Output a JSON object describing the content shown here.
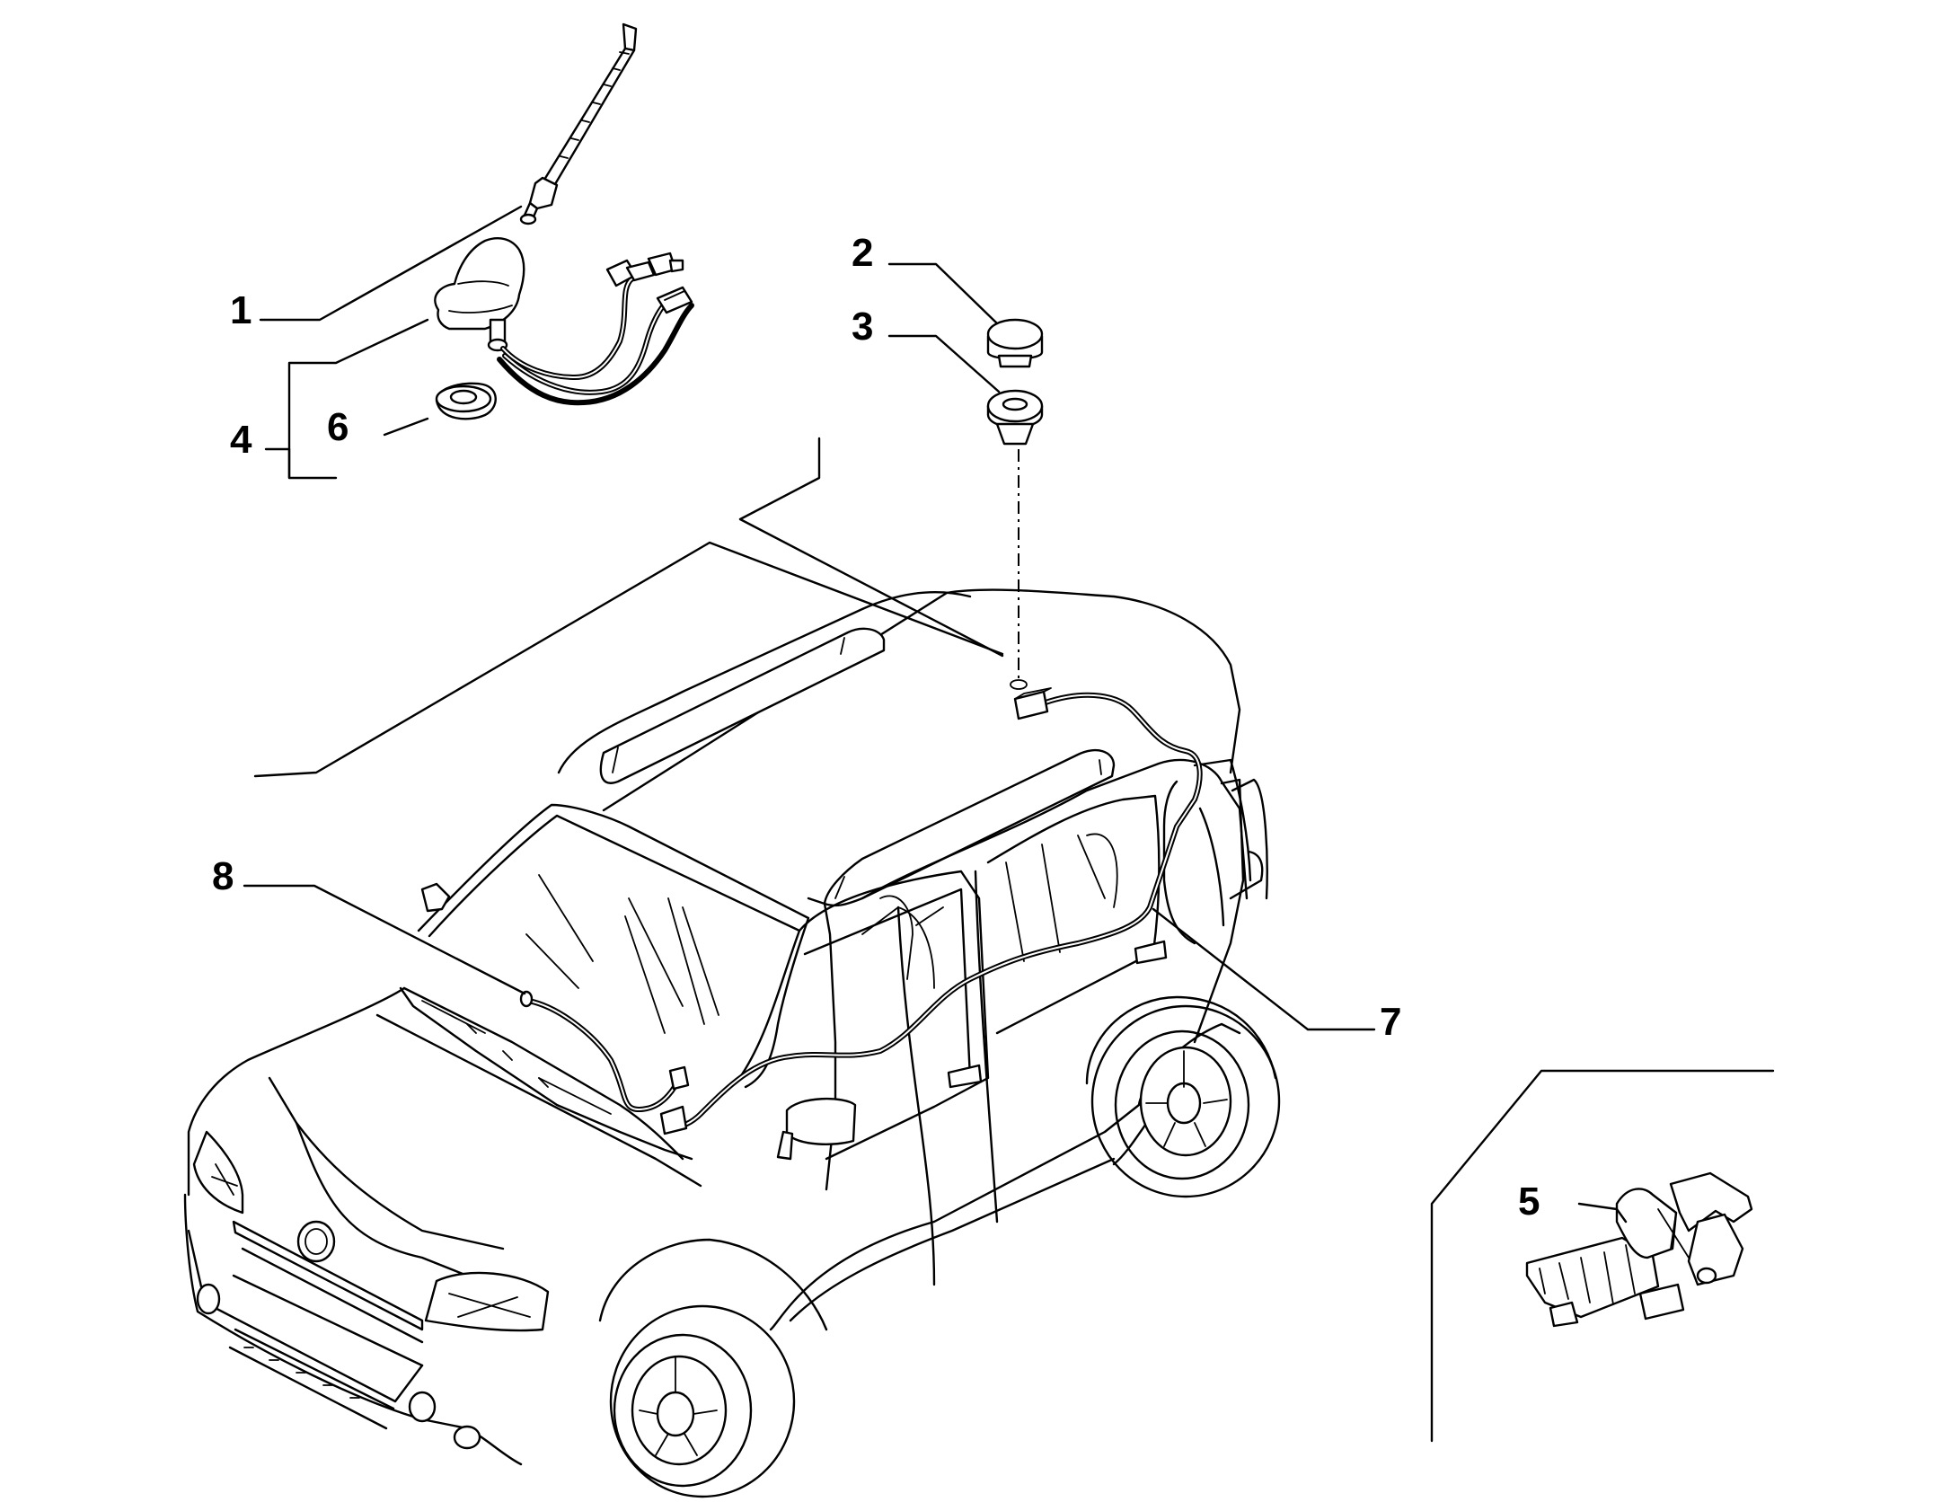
{
  "callouts": {
    "c1": "1",
    "c2": "2",
    "c3": "3",
    "c4": "4",
    "c5": "5",
    "c6": "6",
    "c7": "7",
    "c8": "8"
  },
  "icons": {
    "antenna_mast": "antenna-mast-icon",
    "antenna_base": "antenna-base-icon",
    "grommet": "grommet-icon",
    "plug": "plug-icon",
    "seal_ring": "seal-ring-icon",
    "cable_clip": "cable-clip-icon",
    "vehicle": "vehicle-icon",
    "harness": "antenna-cable-harness-icon"
  }
}
